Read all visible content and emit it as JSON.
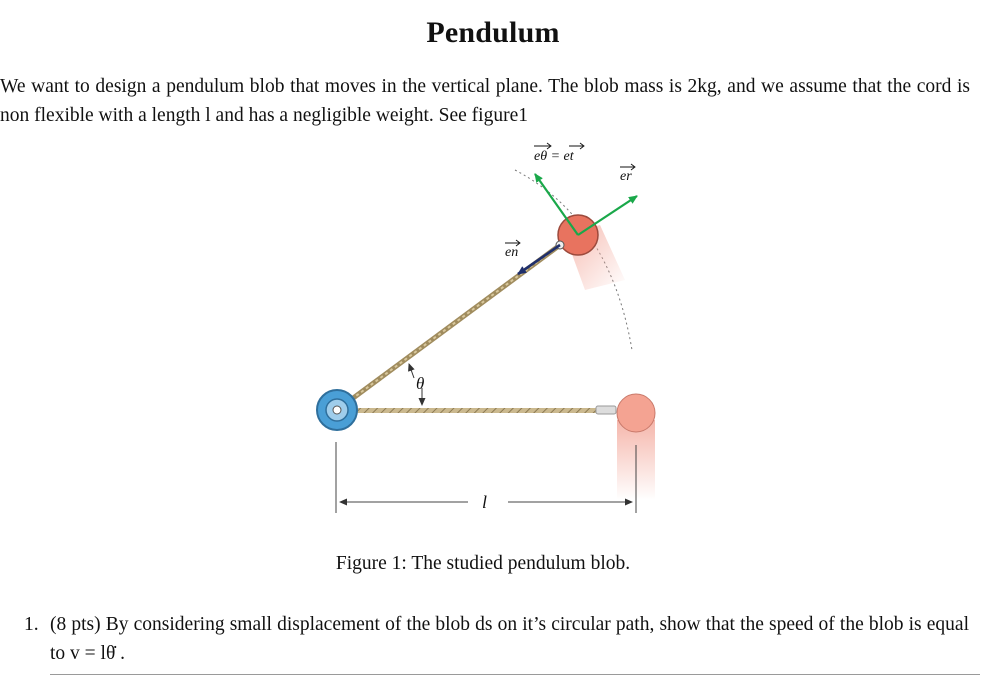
{
  "title": "Pendulum",
  "intro": {
    "text": "We want to design a pendulum blob that moves in the vertical plane. The blob mass is 2kg, and we assume that the cord is non flexible with a length l and has a negligible weight. See figure1"
  },
  "figure": {
    "label_e_theta_e_t": "eθ = et",
    "label_e_r": "er",
    "label_e_n": "en",
    "label_theta": "θ",
    "label_length": "l",
    "colors": {
      "unit_vector_green": "#1aa84a",
      "normal_vector_navy": "#1f2f6b",
      "blob_red": "#e8735f",
      "pivot_blue": "#4a9fd6",
      "cord_tan": "#b9a47a"
    }
  },
  "caption": "Figure 1: The studied pendulum blob.",
  "question": {
    "number": "1.",
    "points": "(8 pts)",
    "text": "By considering small displacement of the blob ds on it’s circular path, show that the speed of the blob is equal to v = lθ̇ ."
  }
}
